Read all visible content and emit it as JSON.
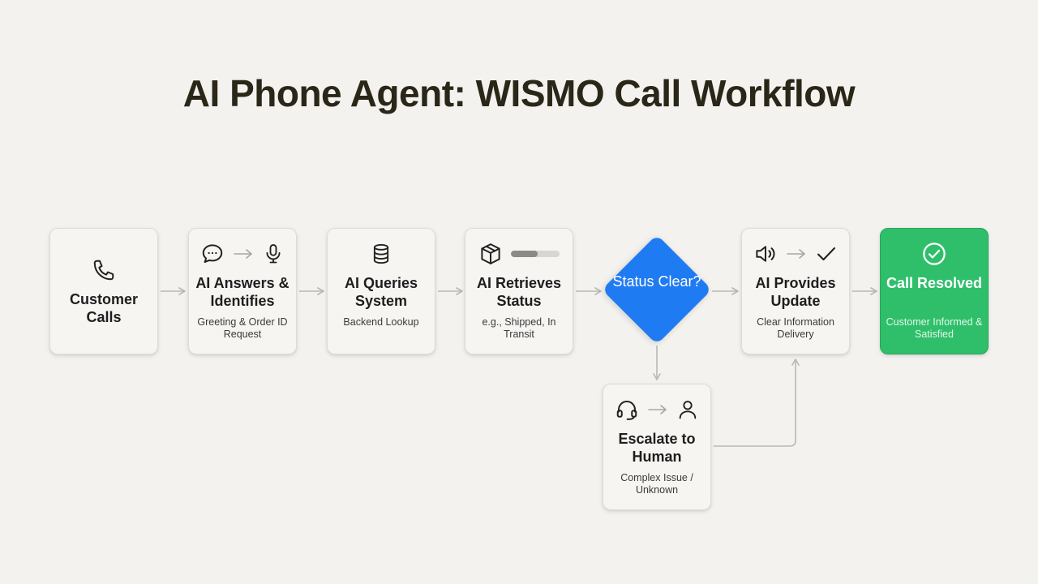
{
  "title": "AI Phone Agent: WISMO Call Workflow",
  "steps": [
    {
      "label": "Customer Calls",
      "sub": "",
      "icons": [
        "phone-icon"
      ]
    },
    {
      "label": "AI Answers & Identifies",
      "sub": "Greeting & Order ID Request",
      "icons": [
        "chat-bubble-icon",
        "arrow-right-icon",
        "microphone-icon"
      ]
    },
    {
      "label": "AI Queries System",
      "sub": "Backend Lookup",
      "icons": [
        "database-icon"
      ]
    },
    {
      "label": "AI Retrieves Status",
      "sub": "e.g., Shipped, In Transit",
      "icons": [
        "package-icon",
        "progress-bar"
      ]
    },
    {
      "label": "AI Provides Update",
      "sub": "Clear Information Delivery",
      "icons": [
        "speaker-icon",
        "arrow-right-icon",
        "checkmark-icon"
      ]
    },
    {
      "label": "Call Resolved",
      "sub": "Customer Informed & Satisfied",
      "icons": [
        "check-circle-icon"
      ]
    }
  ],
  "decision": {
    "label": "Status Clear?"
  },
  "escalation": {
    "label": "Escalate to Human",
    "sub": "Complex Issue / Unknown",
    "icons": [
      "headset-icon",
      "arrow-right-icon",
      "person-icon"
    ]
  },
  "progress": {
    "level": 0.55
  },
  "colors": {
    "background": "#f3f2ef",
    "card": "#f6f5f2",
    "decision": "#1f7bf2",
    "resolved": "#2fbf6a",
    "connector": "#b9b7b2",
    "title": "#2a2618"
  }
}
